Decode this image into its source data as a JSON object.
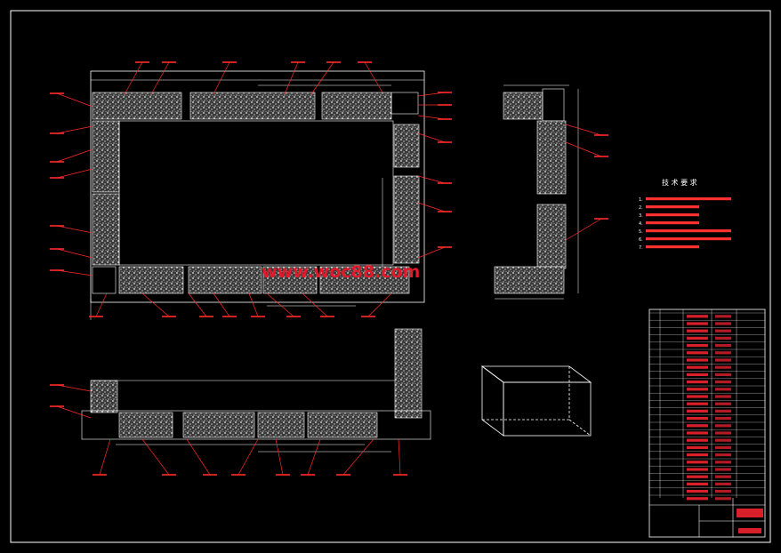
{
  "watermark": "www.woc88.com",
  "tech_title": "技 术 要 求",
  "tech_items": [
    "1.",
    "2.",
    "3.",
    "4.",
    "5.",
    "6.",
    "7."
  ],
  "colors": {
    "frame": "#ffffff",
    "leader": "#ff2a2a",
    "concrete": "#d8d8d8",
    "text_red": "#ff3030"
  }
}
